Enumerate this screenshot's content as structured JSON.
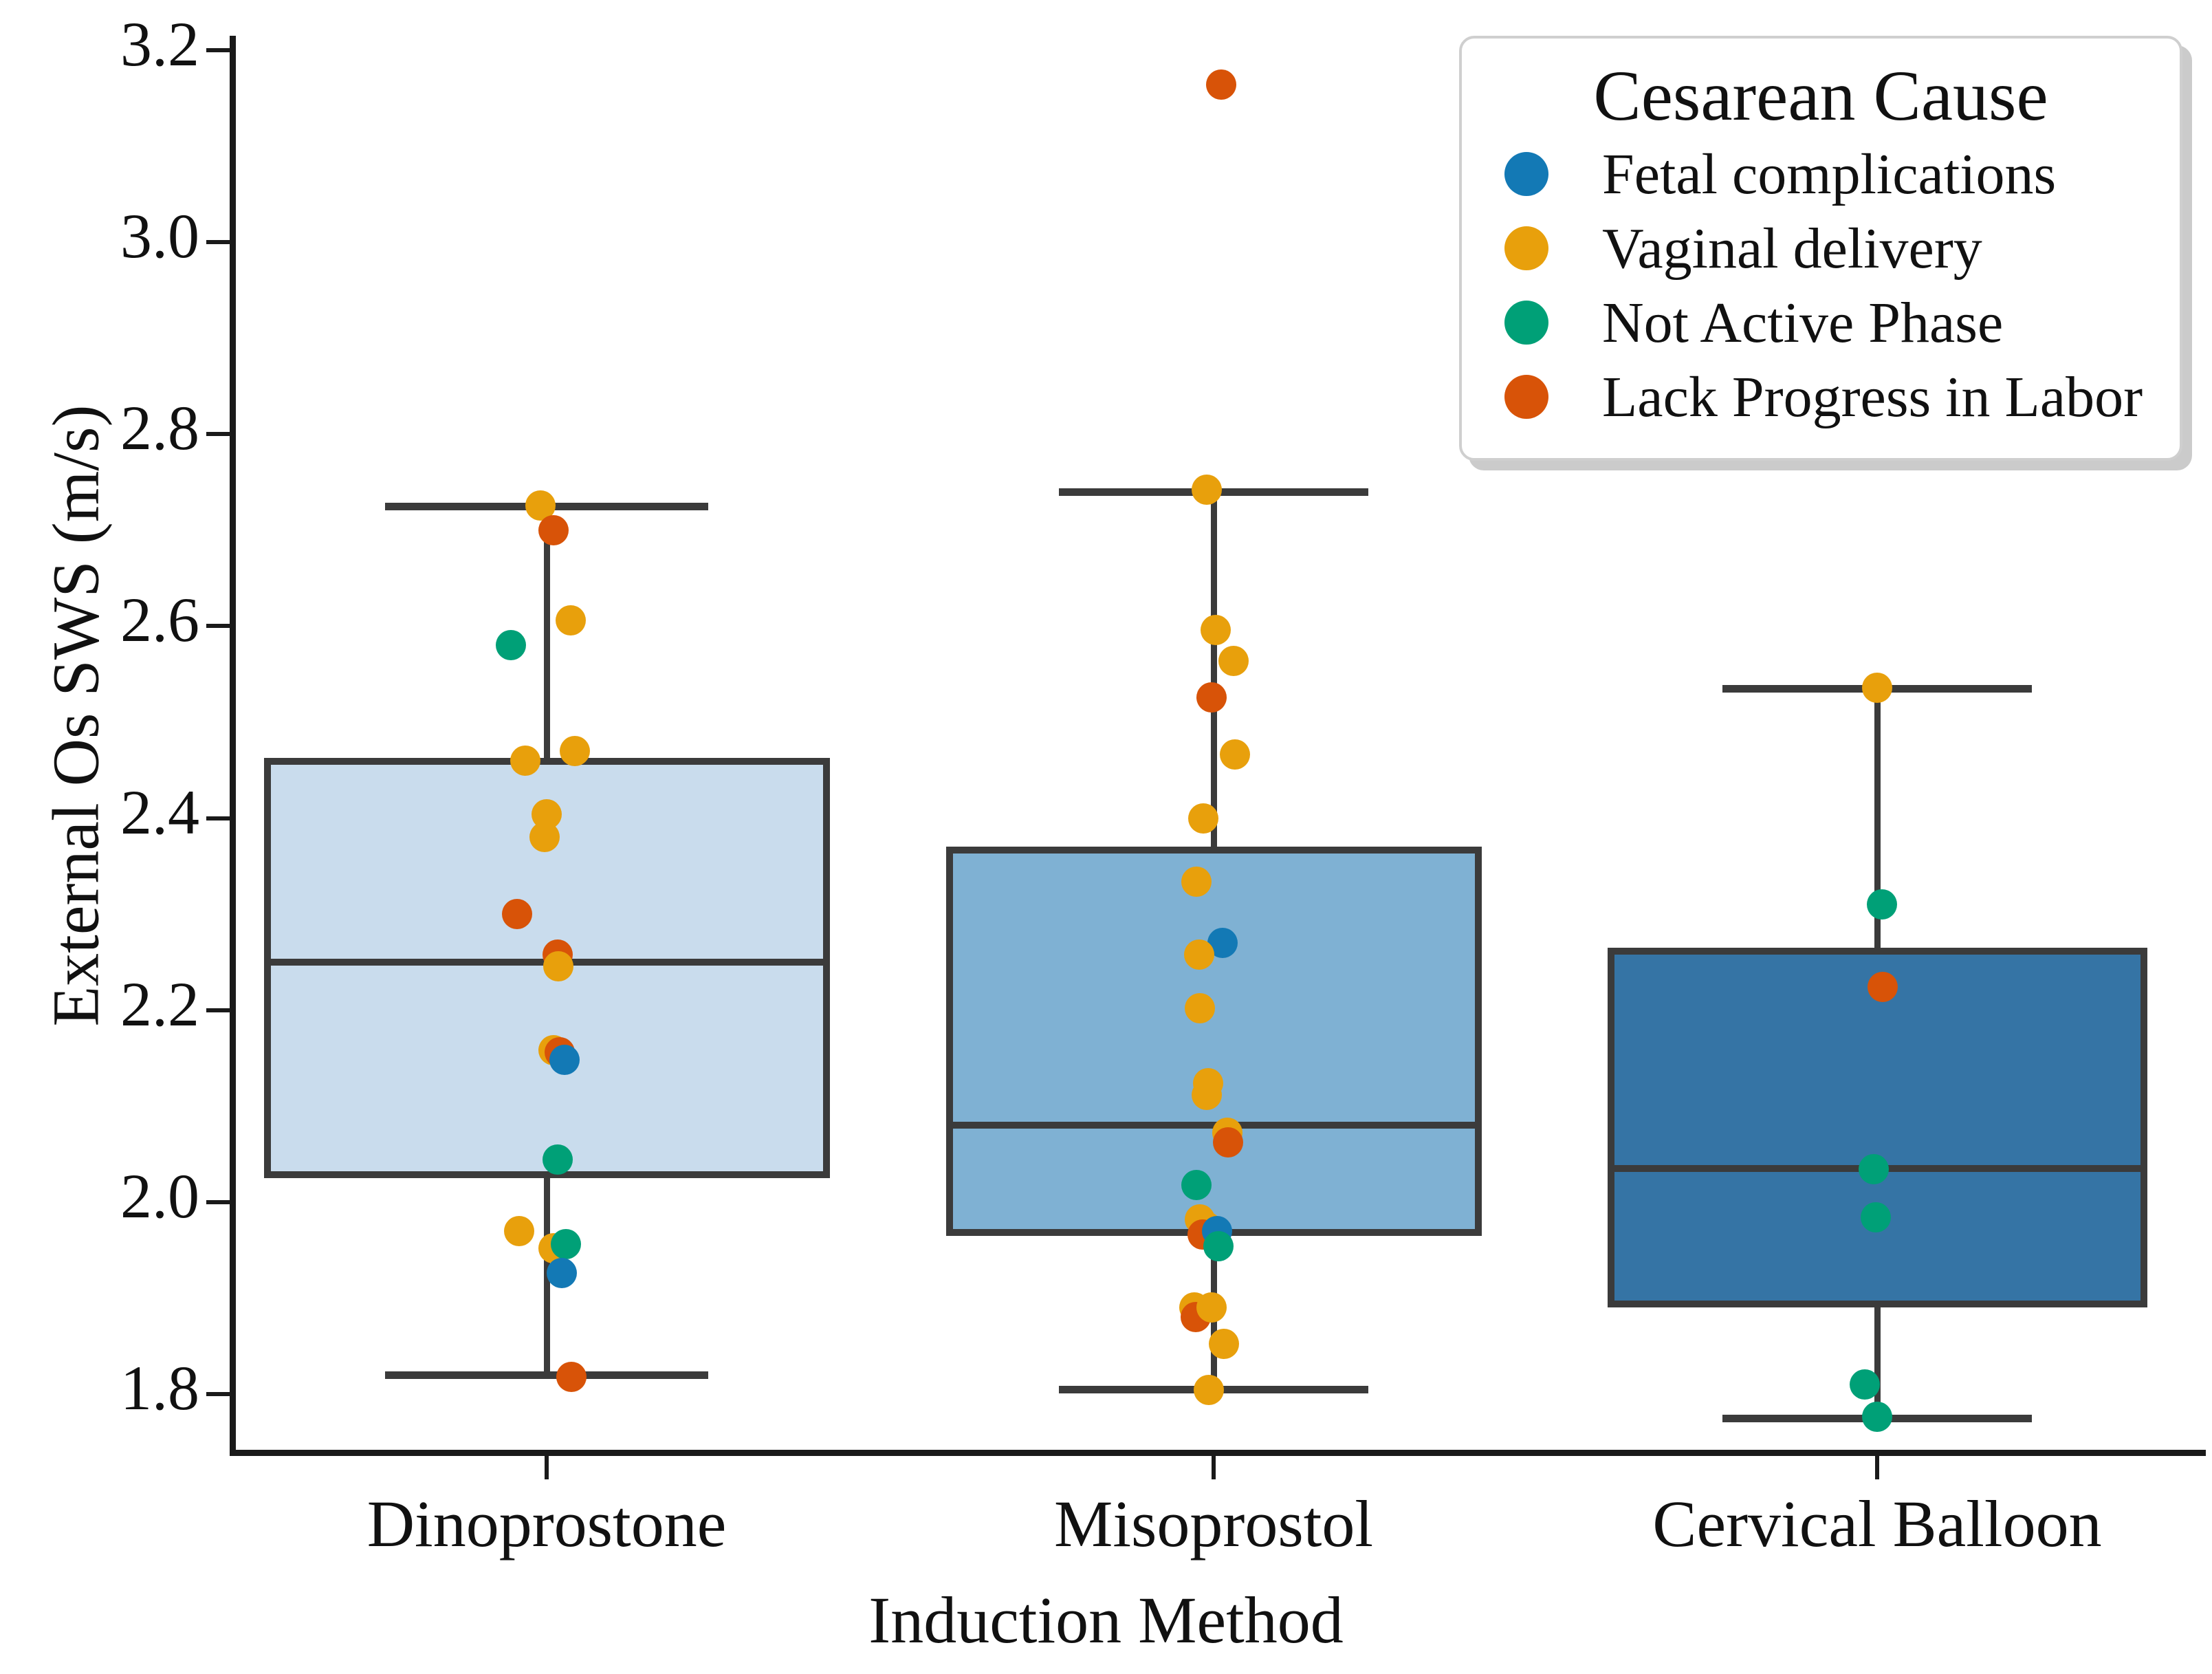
{
  "chart_data": {
    "type": "box",
    "title": "",
    "xlabel": "Induction Method",
    "ylabel": "External Os SWS (m/s)",
    "ylim": [
      1.72,
      3.27
    ],
    "yticks": [
      "3.2",
      "3.0",
      "2.8",
      "2.6",
      "2.4",
      "2.2",
      "2.0",
      "1.8"
    ],
    "ytick_values": [
      3.2,
      3.0,
      2.8,
      2.6,
      2.4,
      2.2,
      2.0,
      1.8
    ],
    "grid": false,
    "categories": [
      "Dinoprostone",
      "Misoprostol",
      "Cervical Balloon"
    ],
    "boxes": [
      {
        "category": "Dinoprostone",
        "fill": "#c9dced",
        "whisker_low": 1.82,
        "q1": 2.025,
        "median": 2.25,
        "q3": 2.463,
        "whisker_high": 2.725
      },
      {
        "category": "Misoprostol",
        "fill": "#7fb1d3",
        "whisker_low": 1.805,
        "q1": 1.965,
        "median": 2.08,
        "q3": 2.37,
        "whisker_high": 2.74
      },
      {
        "category": "Cervical Balloon",
        "fill": "#3574a5",
        "whisker_low": 1.775,
        "q1": 1.89,
        "median": 2.035,
        "q3": 2.265,
        "whisker_high": 2.535
      }
    ],
    "legend": {
      "title": "Cesarean Cause",
      "position": "upper right",
      "entries": [
        {
          "label": "Fetal complications",
          "color": "#1379b5"
        },
        {
          "label": "Vaginal delivery",
          "color": "#e8a00c"
        },
        {
          "label": "Not Active Phase",
          "color": "#00a077"
        },
        {
          "label": "Lack Progress in Labor",
          "color": "#d85308"
        }
      ]
    },
    "points": [
      {
        "category": "Dinoprostone",
        "value": 2.726,
        "cause": "Vaginal delivery",
        "jitter": -0.01
      },
      {
        "category": "Dinoprostone",
        "value": 2.7,
        "cause": "Lack Progress in Labor",
        "jitter": 0.012
      },
      {
        "category": "Dinoprostone",
        "value": 2.606,
        "cause": "Vaginal delivery",
        "jitter": 0.04
      },
      {
        "category": "Dinoprostone",
        "value": 2.58,
        "cause": "Not Active Phase",
        "jitter": -0.06
      },
      {
        "category": "Dinoprostone",
        "value": 2.47,
        "cause": "Vaginal delivery",
        "jitter": 0.048
      },
      {
        "category": "Dinoprostone",
        "value": 2.46,
        "cause": "Vaginal delivery",
        "jitter": -0.036
      },
      {
        "category": "Dinoprostone",
        "value": 2.404,
        "cause": "Vaginal delivery",
        "jitter": 0.0
      },
      {
        "category": "Dinoprostone",
        "value": 2.38,
        "cause": "Vaginal delivery",
        "jitter": -0.004
      },
      {
        "category": "Dinoprostone",
        "value": 2.3,
        "cause": "Lack Progress in Labor",
        "jitter": -0.05
      },
      {
        "category": "Dinoprostone",
        "value": 2.258,
        "cause": "Lack Progress in Labor",
        "jitter": 0.018
      },
      {
        "category": "Dinoprostone",
        "value": 2.246,
        "cause": "Vaginal delivery",
        "jitter": 0.02
      },
      {
        "category": "Dinoprostone",
        "value": 2.158,
        "cause": "Vaginal delivery",
        "jitter": 0.012
      },
      {
        "category": "Dinoprostone",
        "value": 2.156,
        "cause": "Lack Progress in Labor",
        "jitter": 0.022
      },
      {
        "category": "Dinoprostone",
        "value": 2.148,
        "cause": "Fetal complications",
        "jitter": 0.03
      },
      {
        "category": "Dinoprostone",
        "value": 2.044,
        "cause": "Not Active Phase",
        "jitter": 0.018
      },
      {
        "category": "Dinoprostone",
        "value": 1.97,
        "cause": "Vaginal delivery",
        "jitter": -0.046
      },
      {
        "category": "Dinoprostone",
        "value": 1.952,
        "cause": "Vaginal delivery",
        "jitter": 0.012
      },
      {
        "category": "Dinoprostone",
        "value": 1.956,
        "cause": "Not Active Phase",
        "jitter": 0.032
      },
      {
        "category": "Dinoprostone",
        "value": 1.926,
        "cause": "Fetal complications",
        "jitter": 0.026
      },
      {
        "category": "Dinoprostone",
        "value": 1.818,
        "cause": "Lack Progress in Labor",
        "jitter": 0.042
      },
      {
        "category": "Misoprostol",
        "value": 3.164,
        "cause": "Lack Progress in Labor",
        "jitter": 0.014
      },
      {
        "category": "Misoprostol",
        "value": 2.742,
        "cause": "Vaginal delivery",
        "jitter": -0.012
      },
      {
        "category": "Misoprostol",
        "value": 2.596,
        "cause": "Vaginal delivery",
        "jitter": 0.004
      },
      {
        "category": "Misoprostol",
        "value": 2.564,
        "cause": "Vaginal delivery",
        "jitter": 0.036
      },
      {
        "category": "Misoprostol",
        "value": 2.526,
        "cause": "Lack Progress in Labor",
        "jitter": -0.004
      },
      {
        "category": "Misoprostol",
        "value": 2.466,
        "cause": "Vaginal delivery",
        "jitter": 0.038
      },
      {
        "category": "Misoprostol",
        "value": 2.4,
        "cause": "Vaginal delivery",
        "jitter": -0.018
      },
      {
        "category": "Misoprostol",
        "value": 2.334,
        "cause": "Vaginal delivery",
        "jitter": -0.03
      },
      {
        "category": "Misoprostol",
        "value": 2.27,
        "cause": "Fetal complications",
        "jitter": 0.016
      },
      {
        "category": "Misoprostol",
        "value": 2.258,
        "cause": "Vaginal delivery",
        "jitter": -0.026
      },
      {
        "category": "Misoprostol",
        "value": 2.202,
        "cause": "Vaginal delivery",
        "jitter": -0.024
      },
      {
        "category": "Misoprostol",
        "value": 2.124,
        "cause": "Vaginal delivery",
        "jitter": -0.01
      },
      {
        "category": "Misoprostol",
        "value": 2.112,
        "cause": "Vaginal delivery",
        "jitter": -0.012
      },
      {
        "category": "Misoprostol",
        "value": 2.072,
        "cause": "Vaginal delivery",
        "jitter": 0.024
      },
      {
        "category": "Misoprostol",
        "value": 2.062,
        "cause": "Lack Progress in Labor",
        "jitter": 0.026
      },
      {
        "category": "Misoprostol",
        "value": 2.018,
        "cause": "Not Active Phase",
        "jitter": -0.03
      },
      {
        "category": "Misoprostol",
        "value": 1.982,
        "cause": "Vaginal delivery",
        "jitter": -0.024
      },
      {
        "category": "Misoprostol",
        "value": 1.974,
        "cause": "Vaginal delivery",
        "jitter": -0.012
      },
      {
        "category": "Misoprostol",
        "value": 1.966,
        "cause": "Lack Progress in Labor",
        "jitter": -0.02
      },
      {
        "category": "Misoprostol",
        "value": 1.97,
        "cause": "Fetal complications",
        "jitter": 0.006
      },
      {
        "category": "Misoprostol",
        "value": 1.954,
        "cause": "Not Active Phase",
        "jitter": 0.008
      },
      {
        "category": "Misoprostol",
        "value": 1.89,
        "cause": "Vaginal delivery",
        "jitter": -0.034
      },
      {
        "category": "Misoprostol",
        "value": 1.88,
        "cause": "Lack Progress in Labor",
        "jitter": -0.032
      },
      {
        "category": "Misoprostol",
        "value": 1.89,
        "cause": "Vaginal delivery",
        "jitter": -0.004
      },
      {
        "category": "Misoprostol",
        "value": 1.852,
        "cause": "Vaginal delivery",
        "jitter": 0.018
      },
      {
        "category": "Misoprostol",
        "value": 1.804,
        "cause": "Vaginal delivery",
        "jitter": -0.008
      },
      {
        "category": "Cervical Balloon",
        "value": 2.536,
        "cause": "Vaginal delivery",
        "jitter": 0.0
      },
      {
        "category": "Cervical Balloon",
        "value": 2.31,
        "cause": "Not Active Phase",
        "jitter": 0.008
      },
      {
        "category": "Cervical Balloon",
        "value": 2.224,
        "cause": "Lack Progress in Labor",
        "jitter": 0.01
      },
      {
        "category": "Cervical Balloon",
        "value": 2.034,
        "cause": "Not Active Phase",
        "jitter": -0.006
      },
      {
        "category": "Cervical Balloon",
        "value": 1.984,
        "cause": "Not Active Phase",
        "jitter": -0.002
      },
      {
        "category": "Cervical Balloon",
        "value": 1.81,
        "cause": "Not Active Phase",
        "jitter": -0.022
      },
      {
        "category": "Cervical Balloon",
        "value": 1.776,
        "cause": "Not Active Phase",
        "jitter": 0.0
      }
    ]
  }
}
